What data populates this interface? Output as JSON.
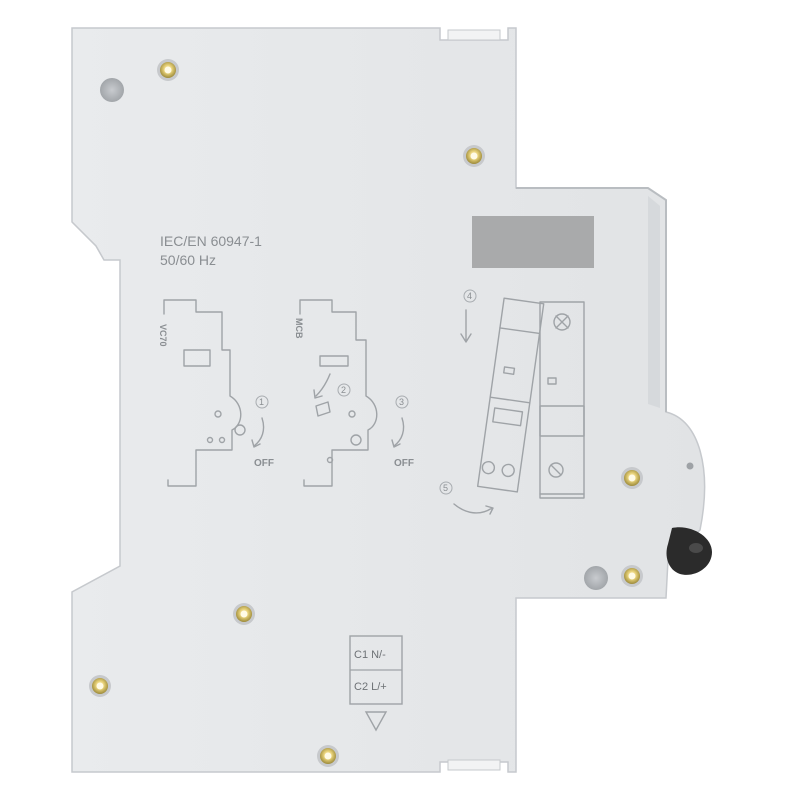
{
  "markings": {
    "standard": "IEC/EN 60947-1",
    "frequency": "50/60 Hz",
    "label_vc70": "VC70",
    "label_mcb": "MCB",
    "off_left": "OFF",
    "off_right": "OFF",
    "step_1": "1",
    "step_2": "2",
    "step_3": "3",
    "step_4": "4",
    "step_5": "5"
  },
  "terminals": {
    "c1": "C1 N/-",
    "c2": "C2 L/+"
  },
  "colors": {
    "housing": "#e4e6e8",
    "housing_shadow": "#c9ccd0",
    "etching": "#9fa3a7",
    "rivet_brass": "#d9c46a",
    "label_patch": "#a9aaab",
    "lever": "#2b2b2b"
  }
}
